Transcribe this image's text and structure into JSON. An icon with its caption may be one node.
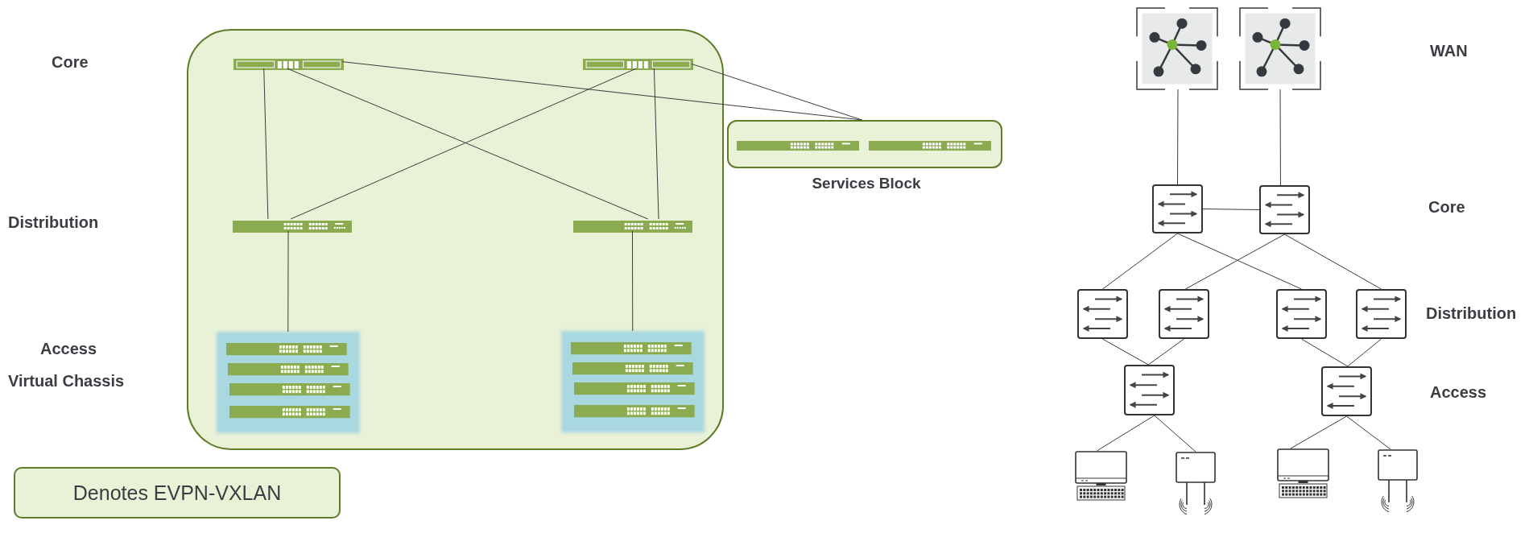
{
  "diagram": {
    "nodes": [
      {
        "text": [],
        "shape": "box"
      },
      {
        "text": [],
        "shape": "picture",
        "in": 0
      },
      {
        "text": [],
        "shape": "picture",
        "in": 0
      },
      {
        "text": [
          "Services Block"
        ]
      },
      {
        "text": [],
        "shape": "picture",
        "in": 0
      },
      {
        "text": [],
        "shape": "picture",
        "in": 0
      },
      {
        "text": [],
        "shape": "box",
        "in": 0
      },
      {
        "text": [],
        "shape": "box",
        "in": 0
      },
      {
        "text": [],
        "shape": "picture"
      },
      {
        "text": [],
        "shape": "picture"
      },
      {
        "text": [],
        "shape": "picture"
      },
      {
        "text": [],
        "shape": "picture"
      },
      {
        "text": [],
        "shape": "picture"
      },
      {
        "text": [],
        "shape": "picture"
      },
      {
        "text": [],
        "shape": "picture"
      },
      {
        "text": [],
        "shape": "picture"
      },
      {
        "text": [],
        "shape": "picture"
      },
      {
        "text": [],
        "shape": "picture"
      },
      {
        "text": [],
        "shape": "picture"
      },
      {
        "text": [],
        "shape": "picture"
      },
      {
        "text": [],
        "shape": "picture"
      },
      {
        "text": [],
        "shape": "picture"
      }
    ],
    "edges": [
      {
        "from": 1,
        "to": 4,
        "arrow": "none"
      },
      {
        "from": 1,
        "to": 5,
        "arrow": "none"
      },
      {
        "from": 2,
        "to": 4,
        "arrow": "none"
      },
      {
        "from": 2,
        "to": 5,
        "arrow": "none"
      },
      {
        "from": 1,
        "to": 3,
        "arrow": "none"
      },
      {
        "from": 2,
        "to": 3,
        "arrow": "none"
      },
      {
        "from": 4,
        "to": 6,
        "arrow": "none"
      },
      {
        "from": 5,
        "to": 7,
        "arrow": "none"
      },
      {
        "from": 8,
        "to": 10,
        "arrow": "none"
      },
      {
        "from": 9,
        "to": 11,
        "arrow": "none"
      },
      {
        "from": 10,
        "to": 11,
        "arrow": "none"
      },
      {
        "from": 10,
        "to": 12,
        "arrow": "none"
      },
      {
        "from": 10,
        "to": 14,
        "arrow": "none"
      },
      {
        "from": 11,
        "to": 13,
        "arrow": "none"
      },
      {
        "from": 11,
        "to": 15,
        "arrow": "none"
      },
      {
        "from": 12,
        "to": 16,
        "arrow": "none"
      },
      {
        "from": 13,
        "to": 16,
        "arrow": "none"
      },
      {
        "from": 14,
        "to": 17,
        "arrow": "none"
      },
      {
        "from": 15,
        "to": 17,
        "arrow": "none"
      },
      {
        "from": 16,
        "to": 18,
        "arrow": "none"
      },
      {
        "from": 16,
        "to": 19,
        "arrow": "none"
      },
      {
        "from": 17,
        "to": 20,
        "arrow": "none"
      },
      {
        "from": 17,
        "to": 21,
        "arrow": "none"
      }
    ],
    "labels": [
      "Core",
      "Distribution",
      "Access",
      "Virtual Chassis",
      "WAN",
      "Core",
      "Distribution",
      "Access"
    ],
    "legend": [
      {
        "text": "Denotes EVPN-VXLAN",
        "color": "#e9f1d7"
      }
    ]
  }
}
